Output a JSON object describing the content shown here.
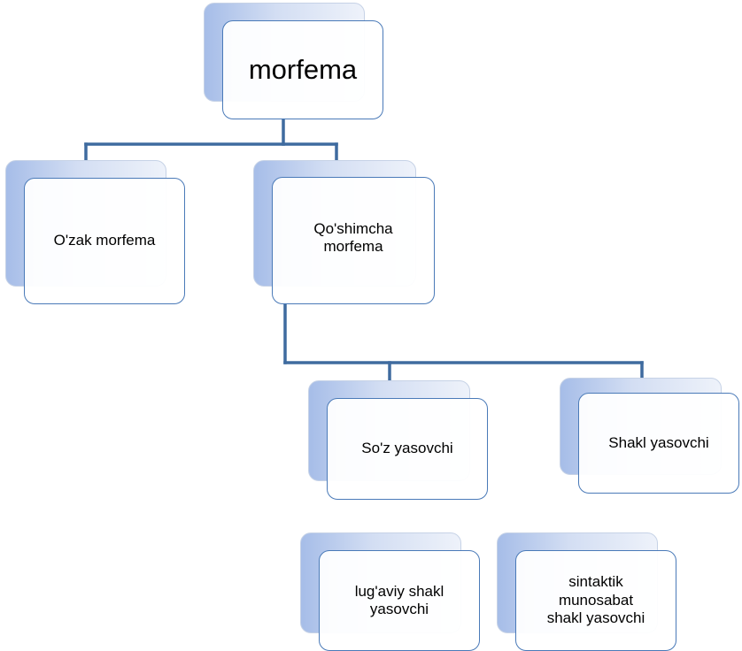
{
  "diagram": {
    "root": {
      "label": "morfema"
    },
    "level1": [
      {
        "label": "O'zak morfema"
      },
      {
        "label": "Qo'shimcha\nmorfema"
      }
    ],
    "level2": [
      {
        "label": "So'z yasovchi"
      },
      {
        "label": "Shakl yasovchi"
      }
    ],
    "level3": [
      {
        "label": "lug'aviy shakl\nyasovchi"
      },
      {
        "label": "sintaktik\nmunosabat\nshakl yasovchi"
      }
    ],
    "colors": {
      "connector": "#3f6b9f",
      "box_border": "#4a7ab8",
      "shadow_fill_dark": "#a6bde8",
      "shadow_fill_light": "#eef2fa"
    }
  }
}
